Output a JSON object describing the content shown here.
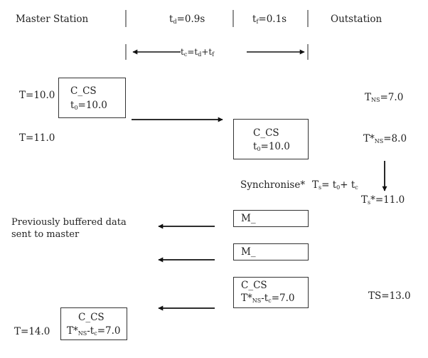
{
  "header": {
    "master_station": "Master Station",
    "td_label": "td=0.9s",
    "tf_label": "tf=0.1s",
    "outstation": "Outstation",
    "tc_formula": "tc=td+tf"
  },
  "master": {
    "t1": "T=10.0",
    "t2": "T=11.0",
    "t3": "T=14.0",
    "buffered_line1": "Previously buffered data",
    "buffered_line2": "sent to master"
  },
  "boxes": {
    "ccs1_title": "C_CS",
    "ccs1_value": "t0=10.0",
    "ccs2_title": "C_CS",
    "ccs2_value": "t0=10.0",
    "m1": "M_",
    "m2": "M_",
    "ccs3_title": "C_CS",
    "ccs3_value": "T*NS-tc=7.0",
    "ccs4_title": "C_CS",
    "ccs4_value": "T*NS-tc=7.0"
  },
  "outstation": {
    "tns": "TNS=7.0",
    "tns_star": "T*NS=8.0",
    "synchronise": "Synchronise*",
    "ts_formula": "Ts= t0+ tc",
    "ts_star": "Ts*=11.0",
    "ts": "TS=13.0"
  }
}
